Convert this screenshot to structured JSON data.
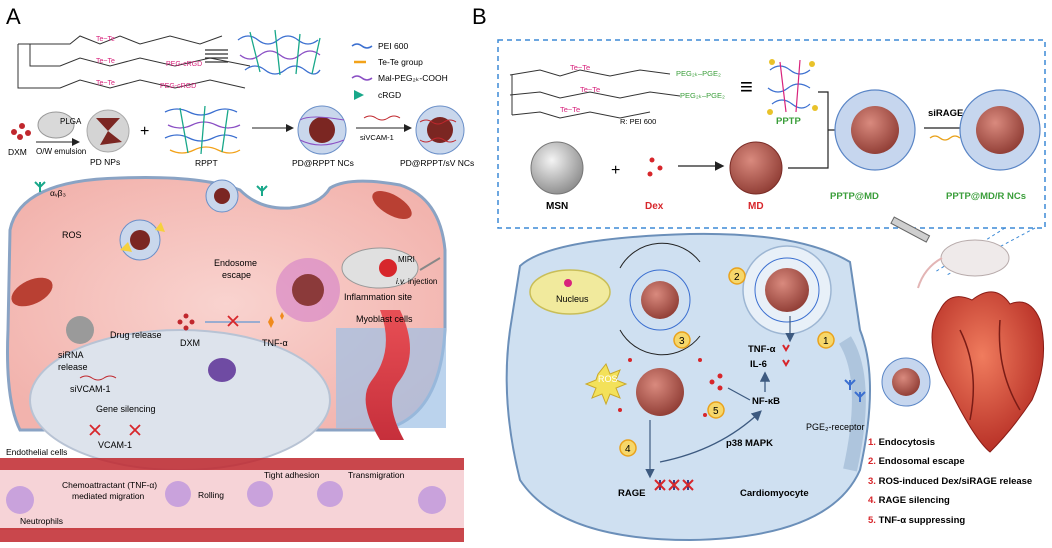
{
  "panel_a": {
    "letter": "A",
    "molecule_groups": [
      "Te~Te",
      "Te~Te",
      "Te~Te"
    ],
    "molecule_tails": [
      "PEG-cRGD",
      "PEG-cRGD"
    ],
    "legend": {
      "items": [
        "PEI 600",
        "Te-Te group",
        "Mal-PEG₂ₖ-COOH",
        "cRGD"
      ],
      "colors": [
        "#3b6fd0",
        "#f2a21a",
        "#8a4fc4",
        "#19a88a"
      ]
    },
    "plga_label": "PLGA",
    "dxm_label": "DXM",
    "emulsion_label": "O/W emulsion",
    "plus": "+",
    "pd_nps_label": "PD NPs",
    "rppt_label": "RPPT",
    "nc1_label": "PD@RPPT NCs",
    "sivcam_top_label": "siVCAM-1",
    "nc2_label": "PD@RPPT/sV NCs",
    "integrin_label": "αᵥβ₃",
    "ros_label": "ROS",
    "endosome_label_1": "Endosome",
    "endosome_label_2": "escape",
    "sirna_label_1": "siRNA",
    "sirna_label_2": "release",
    "drug_release_label": "Drug release",
    "dxm_cell_label": "DXM",
    "tnf_label": "TNF-α",
    "sivcam_cell_label": "siVCAM-1",
    "gene_silencing_label": "Gene silencing",
    "vcam_label": "VCAM-1",
    "miri_label": "MIRI",
    "injection_prefix": "i.v.",
    "injection_label": "injection",
    "inflammation_label": "Inflammation site",
    "myoblast_label": "Myoblast cells",
    "endothelial_label": "Endothelial cells",
    "chemo_label_1": "Chemoattractant (TNF-α)",
    "chemo_label_2": "mediated migration",
    "rolling_label": "Rolling",
    "tight_label": "Tight adhesion",
    "trans_label": "Transmigration",
    "neutrophils_label": "Neutrophils"
  },
  "panel_b": {
    "letter": "B",
    "molecule_tail": "PEG₂ₖ–PGE₂",
    "te_label": "Te~Te",
    "pei_note": "R: PEI 600",
    "equiv": "≡",
    "pptp_label": "PPTP",
    "msn_label": "MSN",
    "plus": "+",
    "dex_label": "Dex",
    "md_label": "MD",
    "nc_label": "PPTP@MD",
    "sirage_label": "siRAGE",
    "nc_final_label": "PPTP@MD/R NCs",
    "nucleus_label": "Nucleus",
    "ros_label": "ROS",
    "tnf_label": "TNF-α",
    "il6_label": "IL-6",
    "nfkb_label": "NF-κB",
    "p38_label": "p38 MAPK",
    "rage_label": "RAGE",
    "cardio_label": "Cardiomyocyte",
    "pge_receptor_label": "PGE₂-receptor",
    "steps": [
      "1",
      "2",
      "3",
      "4",
      "5"
    ],
    "legend_items": [
      "1. Endocytosis",
      "2. Endosomal escape",
      "3. ROS-induced Dex/siRAGE release",
      "4. RAGE silencing",
      "5. TNF-α suppressing"
    ],
    "colors": {
      "dex_red": "#d7262b",
      "pptp_green": "#3a9e3a",
      "step_orange": "#e9a21c",
      "frame_blue": "#3d8ad6",
      "cell_fill": "#cfe0f1"
    }
  }
}
